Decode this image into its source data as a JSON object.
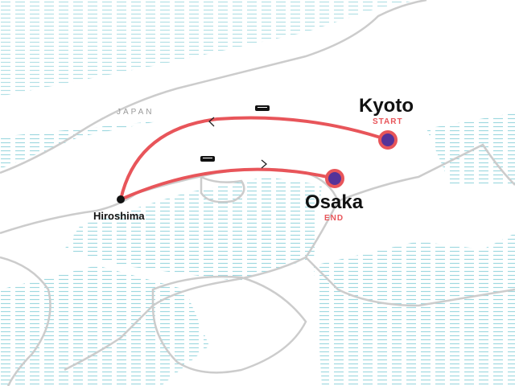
{
  "map": {
    "country_label": "JAPAN",
    "colors": {
      "route": "#e8555a",
      "stop_fill": "#553399",
      "water": "#9fd8e0",
      "coast": "#cccccc"
    },
    "stops": [
      {
        "name": "Kyoto",
        "tag": "START"
      },
      {
        "name": "Osaka",
        "tag": "END"
      },
      {
        "name": "Hiroshima"
      }
    ],
    "legs": [
      {
        "from": "Kyoto",
        "to": "Hiroshima",
        "transport_icon": "train-icon"
      },
      {
        "from": "Hiroshima",
        "to": "Osaka",
        "transport_icon": "train-icon"
      }
    ]
  }
}
